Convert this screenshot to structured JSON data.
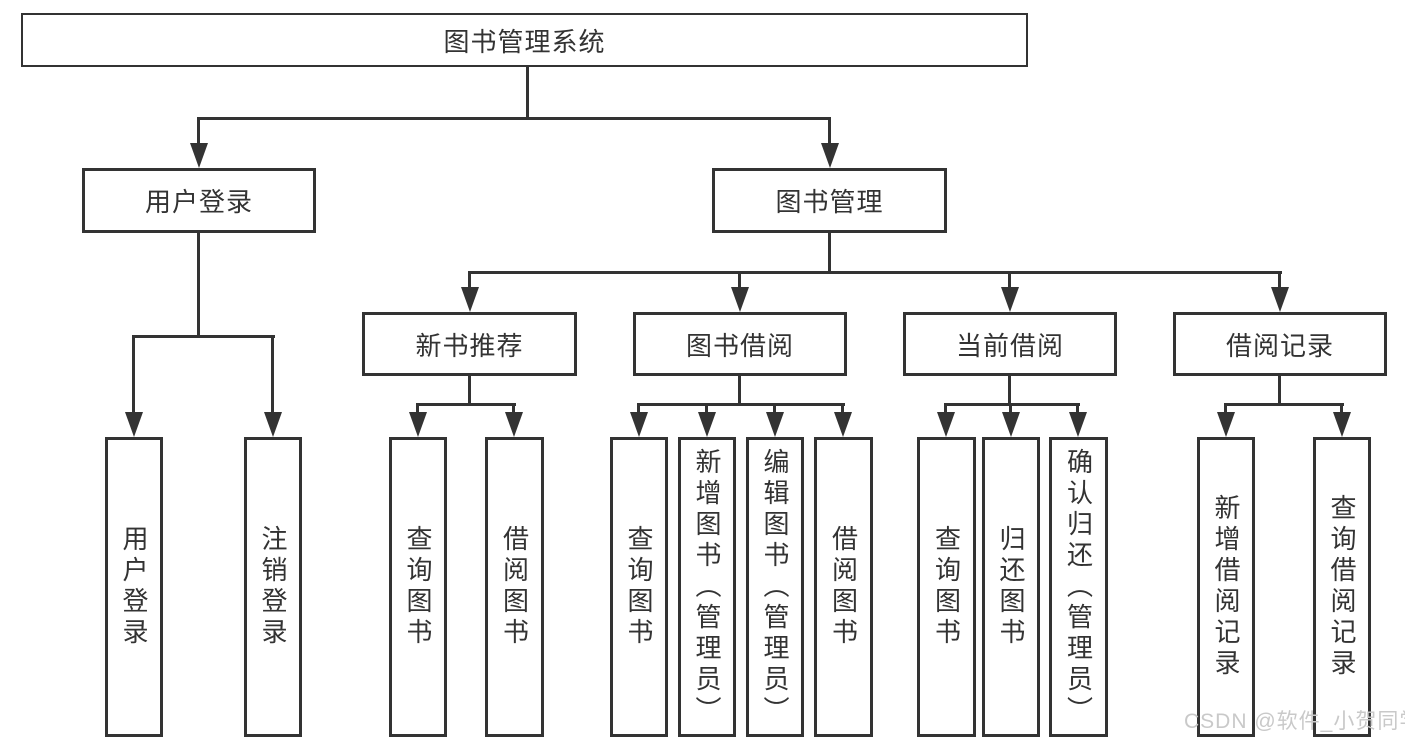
{
  "colors": {
    "line": "#333333",
    "text": "#333333",
    "box_bg": "#ffffff",
    "bg": "#ffffff",
    "watermark": "#c9c9c9"
  },
  "watermark": {
    "text": "CSDN @软件_小贺同学"
  },
  "tree": {
    "root": {
      "label": "图书管理系统"
    },
    "branches": [
      {
        "label": "用户登录",
        "children": [
          {
            "label": "用户登录"
          },
          {
            "label": "注销登录"
          }
        ]
      },
      {
        "label": "图书管理",
        "children": [
          {
            "label": "新书推荐",
            "children": [
              {
                "label": "查询图书"
              },
              {
                "label": "借阅图书"
              }
            ]
          },
          {
            "label": "图书借阅",
            "children": [
              {
                "label": "查询图书"
              },
              {
                "label": "新增图书（管理员）"
              },
              {
                "label": "编辑图书（管理员）"
              },
              {
                "label": "借阅图书"
              }
            ]
          },
          {
            "label": "当前借阅",
            "children": [
              {
                "label": "查询图书"
              },
              {
                "label": "归还图书"
              },
              {
                "label": "确认归还（管理员）"
              }
            ]
          },
          {
            "label": "借阅记录",
            "children": [
              {
                "label": "新增借阅记录"
              },
              {
                "label": "查询借阅记录"
              }
            ]
          }
        ]
      }
    ]
  }
}
